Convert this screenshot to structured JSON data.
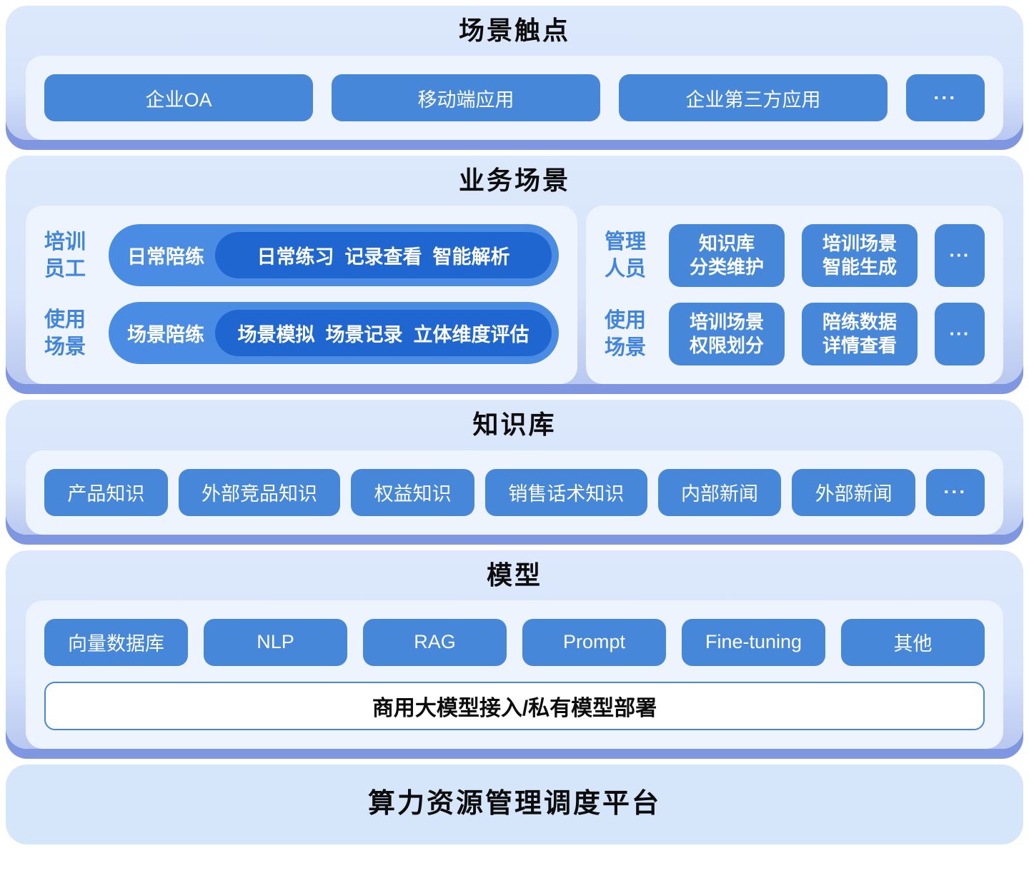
{
  "colors": {
    "section_bg": "#dce9fc",
    "section_shadow": "#7f96e0",
    "panel_bg": "#edf4fd",
    "button_blue": "#4687d9",
    "pill_blue": "#4a8ce3",
    "pill_dark_blue": "#2066d0",
    "label_blue": "#4285e0",
    "bottom_bg": "#d5e6fa"
  },
  "touchpoints": {
    "title": "场景触点",
    "items": [
      "企业OA",
      "移动端应用",
      "企业第三方应用"
    ],
    "more": "···"
  },
  "business": {
    "title": "业务场景",
    "left_panel": {
      "rows": [
        {
          "label": {
            "line1": "培训",
            "line2": "员工"
          },
          "pill_label": "日常陪练",
          "pill_items": "日常练习  记录查看  智能解析"
        },
        {
          "label": {
            "line1": "使用",
            "line2": "场景"
          },
          "pill_label": "场景陪练",
          "pill_items": "场景模拟  场景记录  立体维度评估"
        }
      ]
    },
    "right_panel": {
      "rows": [
        {
          "label": {
            "line1": "管理",
            "line2": "人员"
          },
          "buttons": [
            {
              "line1": "知识库",
              "line2": "分类维护"
            },
            {
              "line1": "培训场景",
              "line2": "智能生成"
            }
          ],
          "more": "···"
        },
        {
          "label": {
            "line1": "使用",
            "line2": "场景"
          },
          "buttons": [
            {
              "line1": "培训场景",
              "line2": "权限划分"
            },
            {
              "line1": "陪练数据",
              "line2": "详情查看"
            }
          ],
          "more": "···"
        }
      ]
    }
  },
  "knowledge": {
    "title": "知识库",
    "items": [
      "产品知识",
      "外部竞品知识",
      "权益知识",
      "销售话术知识",
      "内部新闻",
      "外部新闻"
    ],
    "more": "···"
  },
  "model": {
    "title": "模型",
    "items": [
      "向量数据库",
      "NLP",
      "RAG",
      "Prompt",
      "Fine-tuning",
      "其他"
    ],
    "bar": "商用大模型接入/私有模型部署"
  },
  "platform": {
    "title": "算力资源管理调度平台"
  }
}
